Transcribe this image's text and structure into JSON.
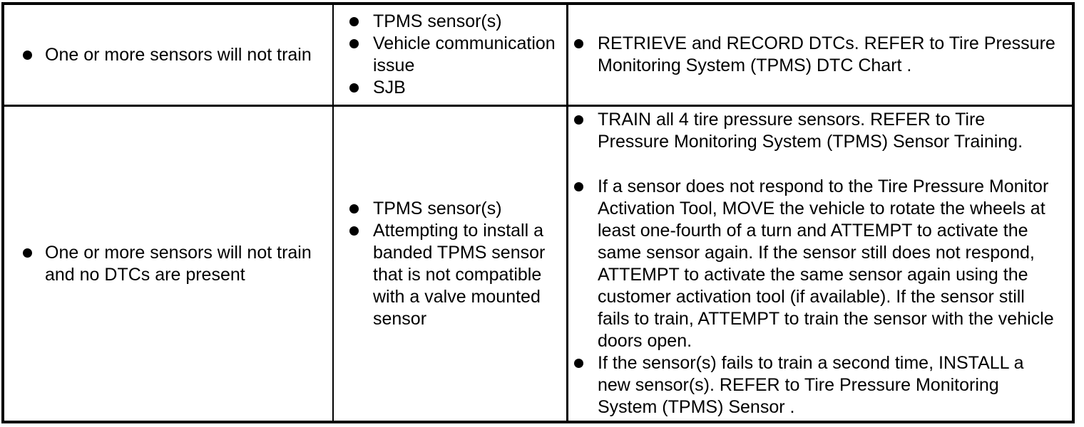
{
  "colors": {
    "border": "#000000",
    "text": "#000000",
    "background": "#ffffff"
  },
  "icons": {
    "bullet": "bullet-icon"
  },
  "table": {
    "rows": [
      {
        "condition": "One or more sensors will not train",
        "possible_sources": [
          "TPMS sensor(s)",
          "Vehicle communication\nissue",
          "SJB"
        ],
        "actions": [
          "RETRIEVE and RECORD DTCs. REFER to Tire Pressure\nMonitoring System (TPMS) DTC Chart ."
        ]
      },
      {
        "condition": "One or more sensors will not train\nand no DTCs are present",
        "possible_sources": [
          "TPMS sensor(s)",
          "Attempting to install a\nbanded TPMS sensor\nthat is not compatible\nwith a valve mounted\nsensor"
        ],
        "actions": [
          "TRAIN all 4 tire pressure sensors. REFER to Tire\nPressure Monitoring System (TPMS) Sensor Training.",
          "If a sensor does not respond to the Tire Pressure Monitor\nActivation Tool, MOVE the vehicle to rotate the wheels at\nleast one-fourth of a turn and ATTEMPT to activate the\nsame sensor again. If the sensor still does not respond,\nATTEMPT to activate the same sensor again using the\ncustomer activation tool (if available). If the sensor still\nfails to train, ATTEMPT to train the sensor with the vehicle\ndoors open.",
          "If the sensor(s) fails to train a second time, INSTALL a\nnew sensor(s). REFER to Tire Pressure Monitoring\nSystem (TPMS) Sensor ."
        ]
      }
    ]
  }
}
